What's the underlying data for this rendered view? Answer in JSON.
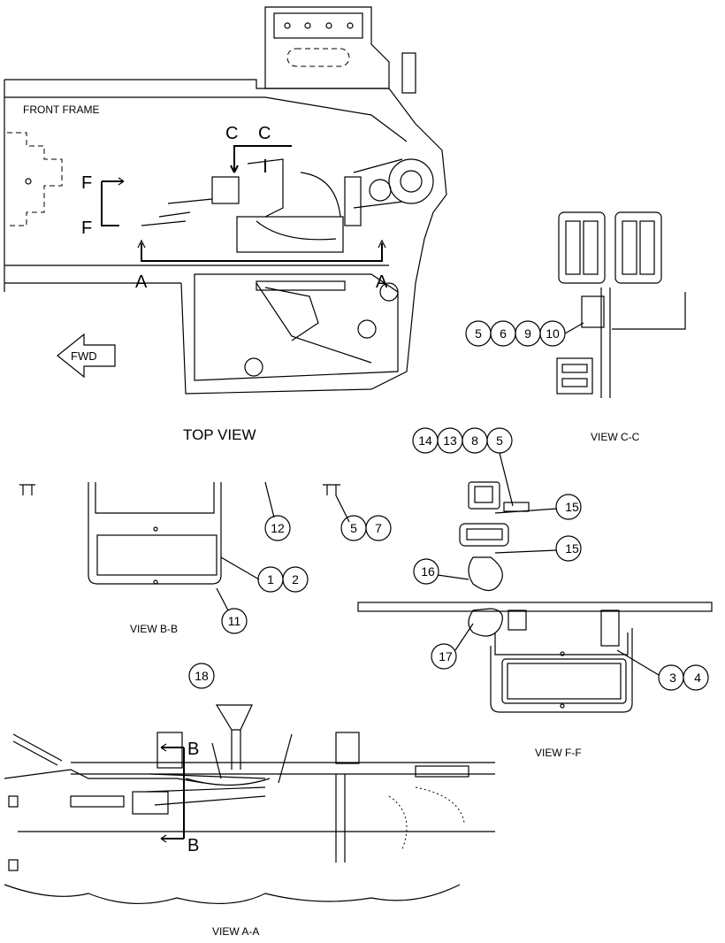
{
  "views": {
    "top_view": "TOP VIEW",
    "front_frame": "FRONT FRAME",
    "fwd": "FWD",
    "view_cc": "VIEW C-C",
    "view_bb": "VIEW B-B",
    "view_ff": "VIEW F-F",
    "view_aa": "VIEW A-A"
  },
  "section_markers": {
    "a_left": "A",
    "a_right": "A",
    "c_left": "C",
    "c_right": "C",
    "f_top": "F",
    "f_bottom": "F",
    "b_top": "B",
    "b_bottom": "B"
  },
  "callouts": {
    "cc_1": "5",
    "cc_2": "6",
    "cc_3": "9",
    "cc_4": "10",
    "ff_top_1": "14",
    "ff_top_2": "13",
    "ff_top_3": "8",
    "ff_top_4": "5",
    "ff_15a": "15",
    "ff_15b": "15",
    "ff_16": "16",
    "ff_17": "17",
    "ff_3": "3",
    "ff_4": "4",
    "bb_12": "12",
    "bb_5": "5",
    "bb_7": "7",
    "bb_1": "1",
    "bb_2": "2",
    "bb_11": "11",
    "aa_18": "18"
  }
}
